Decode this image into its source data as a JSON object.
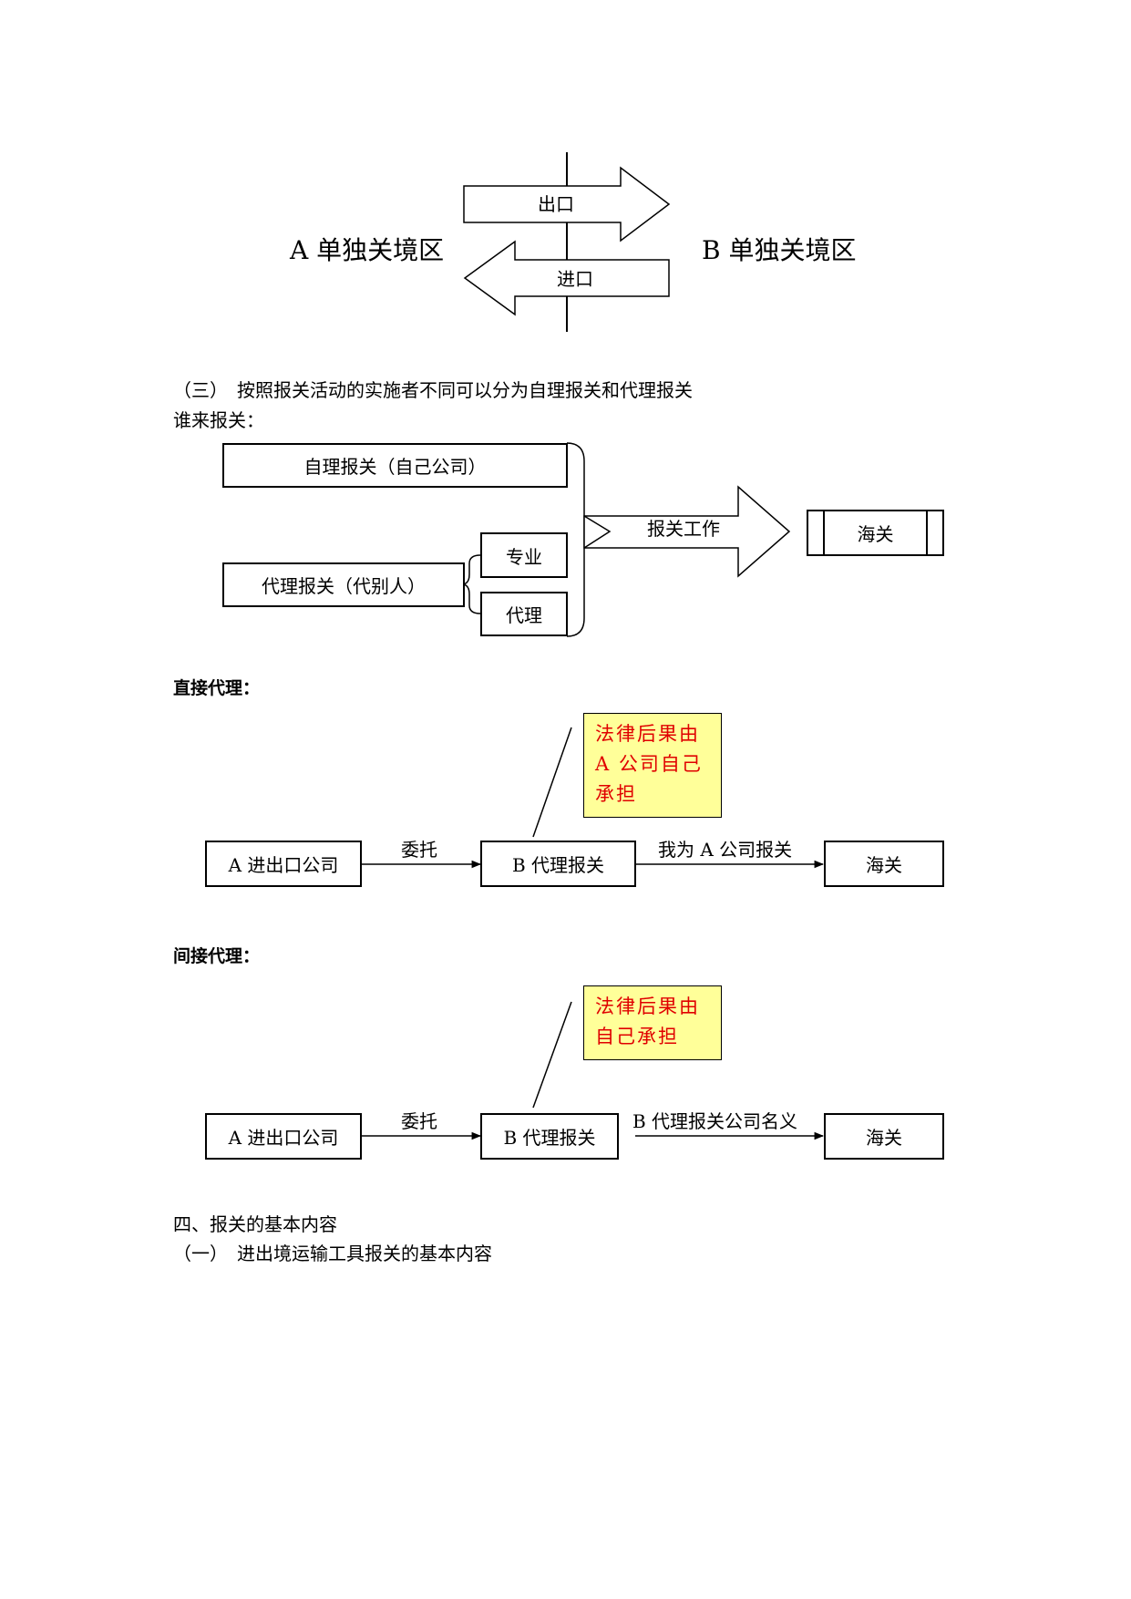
{
  "diagram1": {
    "left_region": "A 单独关境区",
    "right_region": "B 单独关境区",
    "export_label": "出口",
    "import_label": "进口"
  },
  "section3": {
    "heading": "（三）　按照报关活动的实施者不同可以分为自理报关和代理报关",
    "sub": "谁来报关："
  },
  "diagram2": {
    "self_box": "自理报关（自己公司）",
    "agent_box": "代理报关（代别人）",
    "professional_box": "专业",
    "agency_box": "代理",
    "work_arrow": "报关工作",
    "customs_box": "海关"
  },
  "direct": {
    "heading": "直接代理：",
    "note_lines": [
      "法律后果由",
      "A 公司自己",
      "承担"
    ],
    "a_box": "A 进出口公司",
    "entrust": "委托",
    "b_box": "B 代理报关",
    "arrow2_label": "我为 A 公司报关",
    "customs_box": "海关"
  },
  "indirect": {
    "heading": "间接代理：",
    "note_lines": [
      "法律后果由",
      "自己承担"
    ],
    "a_box": "A 进出口公司",
    "entrust": "委托",
    "b_box": "B 代理报关",
    "arrow2_label": "B 代理报关公司名义",
    "customs_box": "海关"
  },
  "section4": {
    "heading": "四、报关的基本内容",
    "sub": "（一）　进出境运输工具报关的基本内容"
  },
  "colors": {
    "note_fill": "#ffff99",
    "note_text": "#e00000"
  }
}
